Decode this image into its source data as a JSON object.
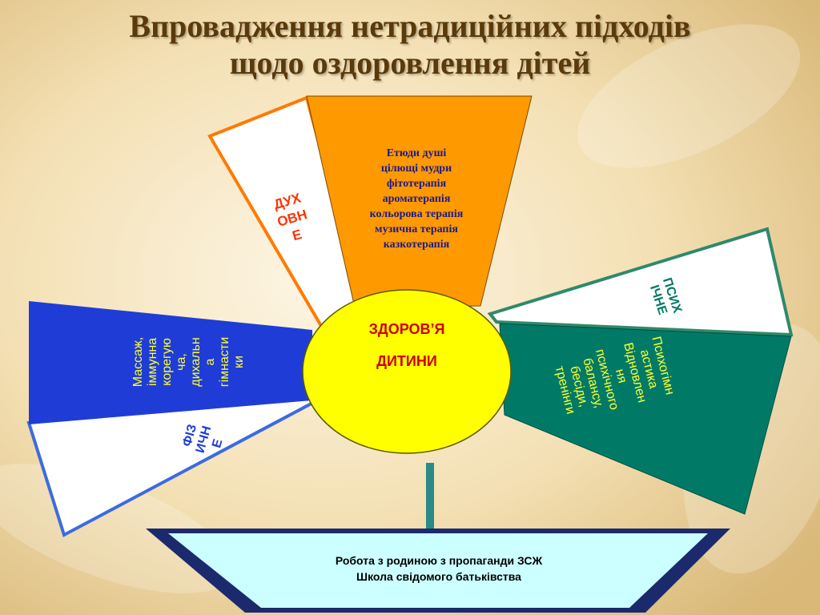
{
  "title": {
    "line1": "Впровадження нетрадиційних підходів",
    "line2": "щодо оздоровлення дітей"
  },
  "center": {
    "line1": "ЗДОРОВ’Я",
    "line2": "ДИТИНИ"
  },
  "spiritual": {
    "label": [
      "ДУХ",
      "ОВН",
      "Е"
    ]
  },
  "top_petal": {
    "items": [
      "Етюди душі",
      "цілющі мудри",
      "фітотерапія",
      "ароматерапія",
      "кольорова  терапія",
      "музична  терапія",
      "казкотерапія"
    ]
  },
  "psychic": {
    "label": [
      "ПСИХ",
      "ІЧНЕ"
    ]
  },
  "right_petal": {
    "items": [
      "Психогімн",
      "астика",
      "Відновлен",
      "ня",
      "психічного",
      "балансу,",
      "бесіди,",
      "тренінги"
    ]
  },
  "left_petal": {
    "items": [
      "Массаж,",
      "іммунна",
      "корегую",
      "ча,",
      "дихальн",
      "а",
      "гімнасти",
      "ки"
    ]
  },
  "physical": {
    "label": [
      "ФІЗ",
      "ИЧН",
      "Е"
    ]
  },
  "bottom_box": {
    "line1": "Робота з родиною з пропаганди ЗСЖ",
    "line2": "Школа свідомого батьківства"
  },
  "colors": {
    "orange": "#ff9900",
    "green": "#007a66",
    "blue": "#1f3dd6",
    "yellow": "#ffff00",
    "light_cyan": "#ccffff",
    "navy": "#1a1a8c"
  }
}
